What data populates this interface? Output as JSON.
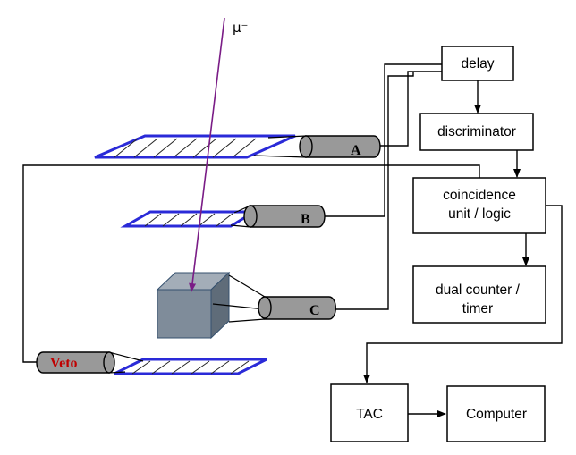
{
  "particle": {
    "label": "μ⁻",
    "track_color": "#7a1c86"
  },
  "pmts": {
    "a": "A",
    "b": "B",
    "c": "C",
    "veto": "Veto"
  },
  "modules": {
    "delay": "delay",
    "discriminator": "discriminator",
    "coincidence": [
      "coincidence",
      "unit / logic"
    ],
    "counter": [
      "dual counter /",
      "timer"
    ],
    "tac": "TAC",
    "computer": "Computer"
  },
  "colors": {
    "paddle": "#2a2ad8",
    "tube": "#999999",
    "cube": "#7f8c9a",
    "veto_text": "#c00000"
  }
}
